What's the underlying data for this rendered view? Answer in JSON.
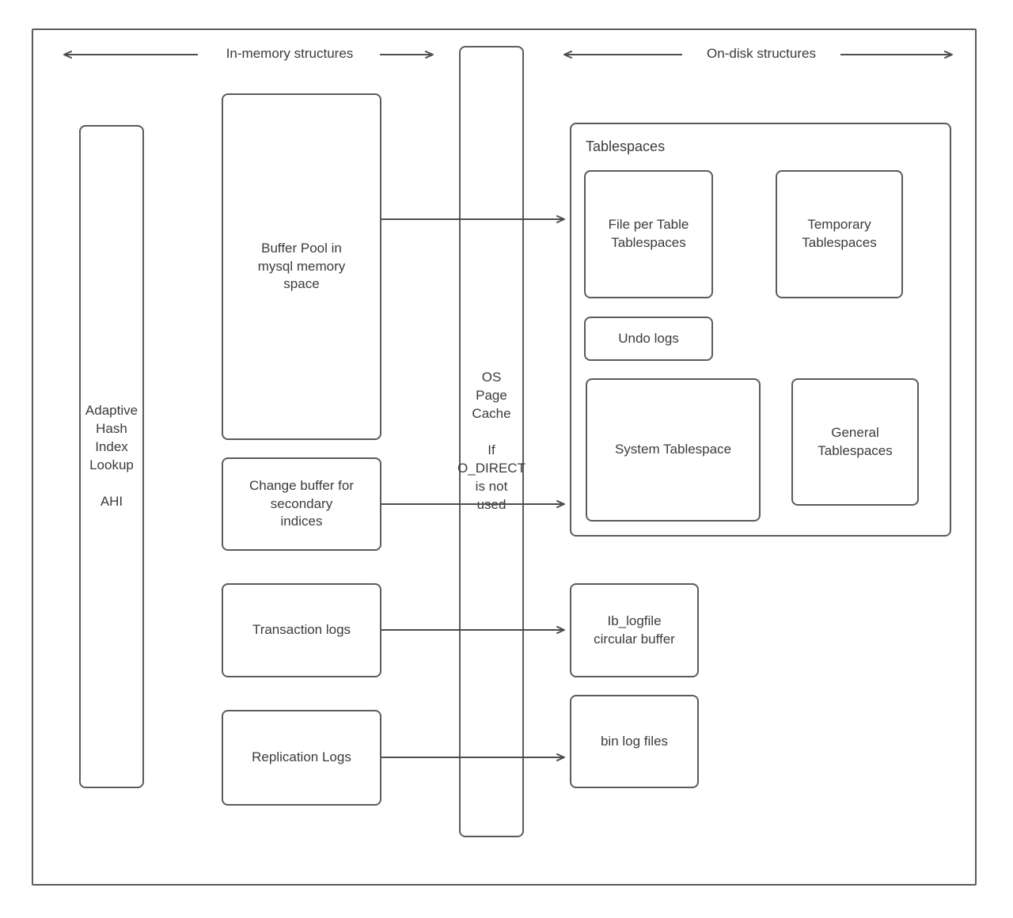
{
  "diagram": {
    "headers": {
      "in_memory": "In-memory structures",
      "on_disk": "On-disk structures"
    },
    "nodes": {
      "ahi": "Adaptive\nHash\nIndex\nLookup\n\nAHI",
      "buffer_pool": "Buffer Pool in\nmysql memory\nspace",
      "change_buffer": "Change buffer for\nsecondary\nindices",
      "transaction_logs": "Transaction logs",
      "replication_logs": "Replication Logs",
      "os_page_cache": "OS\nPage\nCache\n\nIf\nO_DIRECT\nis not\nused",
      "tablespaces_title": "Tablespaces",
      "file_per_table": "File per Table\nTablespaces",
      "temporary_tablespaces": "Temporary\nTablespaces",
      "undo_logs": "Undo logs",
      "system_tablespace": "System Tablespace",
      "general_tablespaces": "General\nTablespaces",
      "ib_logfile": "Ib_logfile\ncircular buffer",
      "bin_log_files": "bin log files"
    },
    "colors": {
      "border": "#5b5b5b",
      "arrow": "#4d4d4d",
      "text": "#3b3b3b",
      "background": "#ffffff"
    }
  }
}
